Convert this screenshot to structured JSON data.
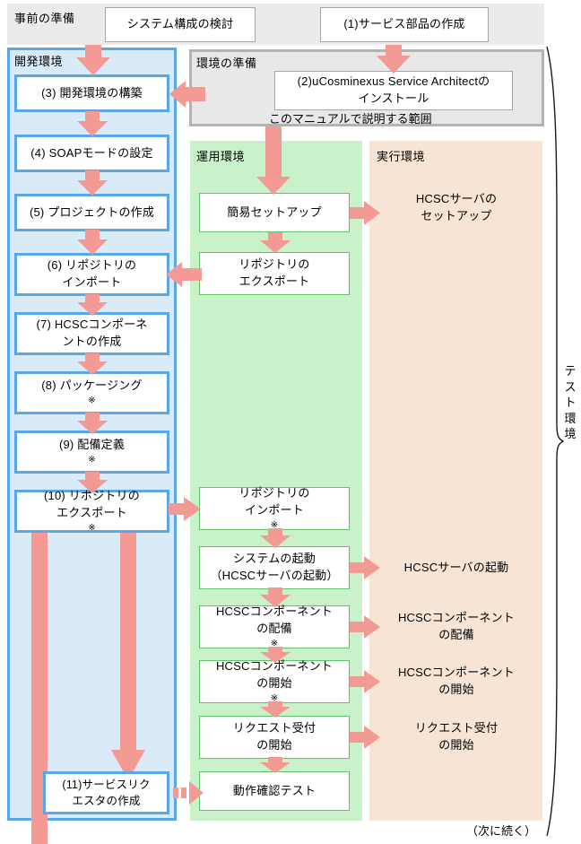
{
  "diagram": {
    "title_note_bottom": "（次に続く）",
    "colors": {
      "arrow": "#f49a94",
      "blue_panel_bg": "#d9eaf9",
      "blue_panel_border": "#5aa7e8",
      "green_panel_bg": "#c9f2cb",
      "green_node_border": "#62c16a",
      "orange_panel_bg": "#f7e4d4",
      "gray_panel_bg": "#ebebeb",
      "gray_outline_border": "#b3b3b3"
    }
  },
  "sections": {
    "preparation": {
      "label": "事前の準備",
      "nodes": [
        {
          "text": "システム構成の検討"
        },
        {
          "text": "(1)サービス部品の作成"
        }
      ]
    },
    "environment_prep": {
      "label": "環境の準備",
      "node_line1": "(2)uCosminexus Service Architectの",
      "node_line2": "インストール",
      "scope_note": "このマニュアルで説明する範囲"
    },
    "development": {
      "label": "開発環境",
      "nodes": [
        {
          "line1": "(3) 開発環境の構築",
          "line2": ""
        },
        {
          "line1": "(4) SOAPモードの設定",
          "line2": ""
        },
        {
          "line1": "(5) プロジェクトの作成",
          "line2": ""
        },
        {
          "line1": "(6) リポジトリの",
          "line2": "インポート"
        },
        {
          "line1": "(7) HCSCコンポーネ",
          "line2": "ントの作成"
        },
        {
          "line1": "(8) パッケージング",
          "line2": "",
          "mark": "※"
        },
        {
          "line1": "(9) 配備定義",
          "line2": "",
          "mark": "※"
        },
        {
          "line1": "(10) リポジトリの",
          "line2": "エクスポート",
          "mark": "※"
        },
        {
          "line1": "(11)サービスリク",
          "line2": "エスタの作成"
        }
      ]
    },
    "operation": {
      "label": "運用環境",
      "nodes": [
        {
          "line1": "簡易セットアップ",
          "line2": ""
        },
        {
          "line1": "リポジトリの",
          "line2": "エクスポート"
        },
        {
          "line1": "リポジトリの",
          "line2": "インポート",
          "mark": "※"
        },
        {
          "line1": "システムの起動",
          "line2": "（HCSCサーバの起動）"
        },
        {
          "line1": "HCSCコンポーネント",
          "line2": "の配備",
          "mark": "※"
        },
        {
          "line1": "HCSCコンポーネント",
          "line2": "の開始",
          "mark": "※"
        },
        {
          "line1": "リクエスト受付",
          "line2": "の開始"
        },
        {
          "line1": "動作確認テスト",
          "line2": ""
        }
      ]
    },
    "execution": {
      "label": "実行環境",
      "nodes": [
        {
          "line1": "HCSCサーバの",
          "line2": "セットアップ"
        },
        {
          "line1": "HCSCサーバの起動",
          "line2": ""
        },
        {
          "line1": "HCSCコンポーネント",
          "line2": "の配備"
        },
        {
          "line1": "HCSCコンポーネント",
          "line2": "の開始"
        },
        {
          "line1": "リクエスト受付",
          "line2": "の開始"
        }
      ]
    },
    "test_bracket": {
      "char1": "テ",
      "char2": "ス",
      "char3": "ト",
      "char4": "環",
      "char5": "境"
    }
  }
}
